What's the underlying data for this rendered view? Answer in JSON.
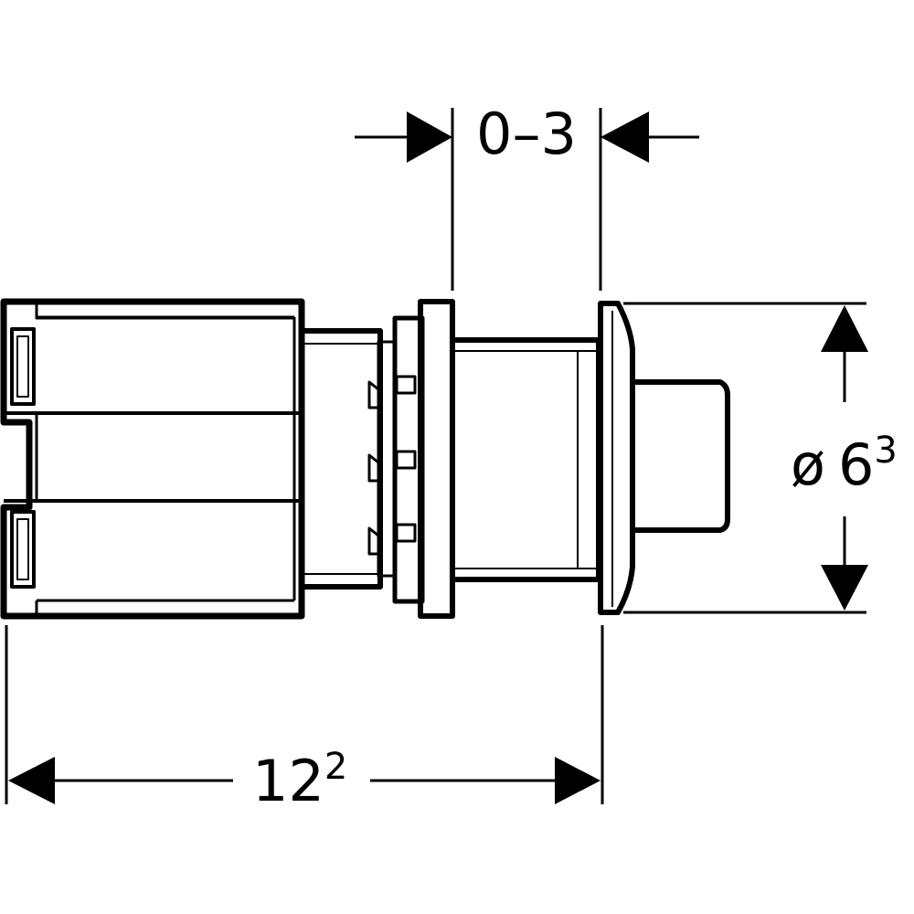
{
  "dimensions": {
    "gap": {
      "label": "0–3"
    },
    "diameter": {
      "symbol": "ø",
      "base": "6",
      "superscript": "3"
    },
    "length": {
      "base": "12",
      "superscript": "2"
    }
  },
  "colors": {
    "stroke": "#000000",
    "background": "#ffffff"
  }
}
